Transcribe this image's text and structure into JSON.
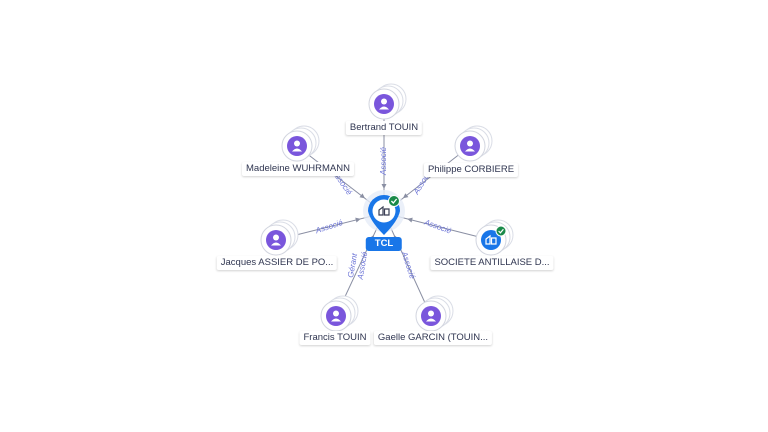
{
  "center": {
    "label": "TCL",
    "verified": true
  },
  "nodes": [
    {
      "id": "n1",
      "label": "Bertrand TOUIN",
      "type": "person",
      "relation": "Associé"
    },
    {
      "id": "n2",
      "label": "Philippe CORBIERE",
      "type": "person",
      "relation": "Associé"
    },
    {
      "id": "n3",
      "label": "SOCIETE ANTILLAISE D...",
      "type": "company",
      "verified": true,
      "relation": "Associé"
    },
    {
      "id": "n4",
      "label": "Gaelle GARCIN (TOUIN...",
      "type": "person",
      "relation": "Associé"
    },
    {
      "id": "n5",
      "label": "Francis TOUIN",
      "type": "person",
      "relation": "Gérant Associé"
    },
    {
      "id": "n6",
      "label": "Jacques ASSIER DE PO...",
      "type": "person",
      "relation": "Associé"
    },
    {
      "id": "n7",
      "label": "Madeleine WUHRMANN",
      "type": "person",
      "relation": "Associé"
    }
  ],
  "relation_labels": {
    "n1": [
      "Associé"
    ],
    "n2": [
      "Associé"
    ],
    "n3": [
      "Associé"
    ],
    "n4": [
      "Associé"
    ],
    "n5": [
      "Gérant",
      "Associé"
    ],
    "n6": [
      "Associé"
    ],
    "n7": [
      "Associé"
    ]
  },
  "colors": {
    "person": "#7a56dc",
    "company": "#1976e8",
    "verified": "#1a8a4a",
    "edge": "#8a8fa3",
    "edge_label": "#6b73d6"
  }
}
